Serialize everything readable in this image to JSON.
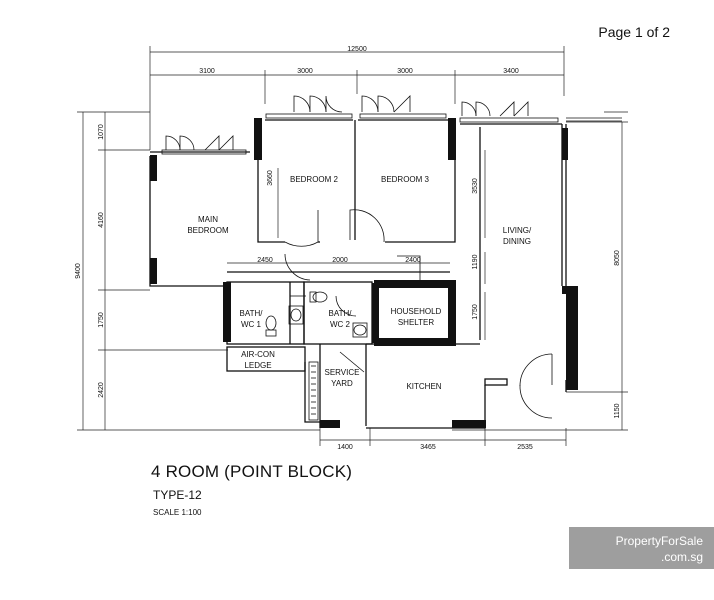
{
  "page_indicator": "Page 1 of 2",
  "plan": {
    "title": "4 ROOM (POINT BLOCK)",
    "type": "TYPE-12",
    "scale": "SCALE 1:100"
  },
  "dimensions": {
    "overall_width": "12500",
    "top": [
      "3100",
      "3000",
      "3000",
      "3400"
    ],
    "left_overall": "9400",
    "left": [
      "1070",
      "4160",
      "1750",
      "2420"
    ],
    "interior": [
      "3660",
      "3530",
      "2450",
      "2000",
      "2400",
      "1190",
      "1750"
    ],
    "right": [
      "8050",
      "1150"
    ],
    "bottom": [
      "1400",
      "3465",
      "2535"
    ]
  },
  "rooms": {
    "main_bedroom": [
      "MAIN",
      "BEDROOM"
    ],
    "bedroom_2": "BEDROOM 2",
    "bedroom_3": "BEDROOM 3",
    "living_dining": [
      "LIVING/",
      "DINING"
    ],
    "bath_wc1": [
      "BATH/",
      "WC 1"
    ],
    "bath_wc2": [
      "BATH/",
      "WC 2"
    ],
    "household_shelter": [
      "HOUSEHOLD",
      "SHELTER"
    ],
    "aircon_ledge": [
      "AIR-CON",
      "LEDGE"
    ],
    "service_yard": [
      "SERVICE",
      "YARD"
    ],
    "kitchen": "KITCHEN"
  },
  "watermark": {
    "line1": "PropertyForSale",
    "line2": ".com.sg"
  }
}
